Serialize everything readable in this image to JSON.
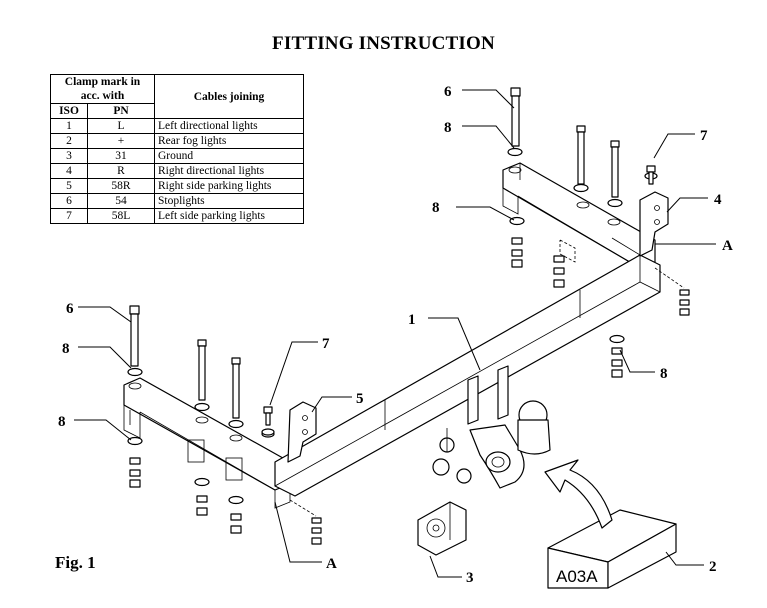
{
  "title": "FITTING INSTRUCTION",
  "table": {
    "header_clamp": "Clamp mark in acc. with",
    "header_cables": "Cables joining",
    "header_iso": "ISO",
    "header_pn": "PN",
    "rows": [
      {
        "iso": "1",
        "pn": "L",
        "desc": "Left directional lights"
      },
      {
        "iso": "2",
        "pn": "+",
        "desc": "Rear fog lights"
      },
      {
        "iso": "3",
        "pn": "31",
        "desc": "Ground"
      },
      {
        "iso": "4",
        "pn": "R",
        "desc": "Right directional lights"
      },
      {
        "iso": "5",
        "pn": "58R",
        "desc": "Right side parking lights"
      },
      {
        "iso": "6",
        "pn": "54",
        "desc": "Stoplights"
      },
      {
        "iso": "7",
        "pn": "58L",
        "desc": "Left side parking lights"
      }
    ]
  },
  "callouts": {
    "c1": "1",
    "c2": "2",
    "c3": "3",
    "c4": "4",
    "c5": "5",
    "c6_top": "6",
    "c6_left": "6",
    "c7_top": "7",
    "c7_left": "7",
    "c8_a": "8",
    "c8_b": "8",
    "c8_c": "8",
    "c8_d": "8",
    "c8_e": "8",
    "a_right": "A",
    "a_left": "A"
  },
  "box_code": "A03A",
  "fig_label": "Fig. 1"
}
